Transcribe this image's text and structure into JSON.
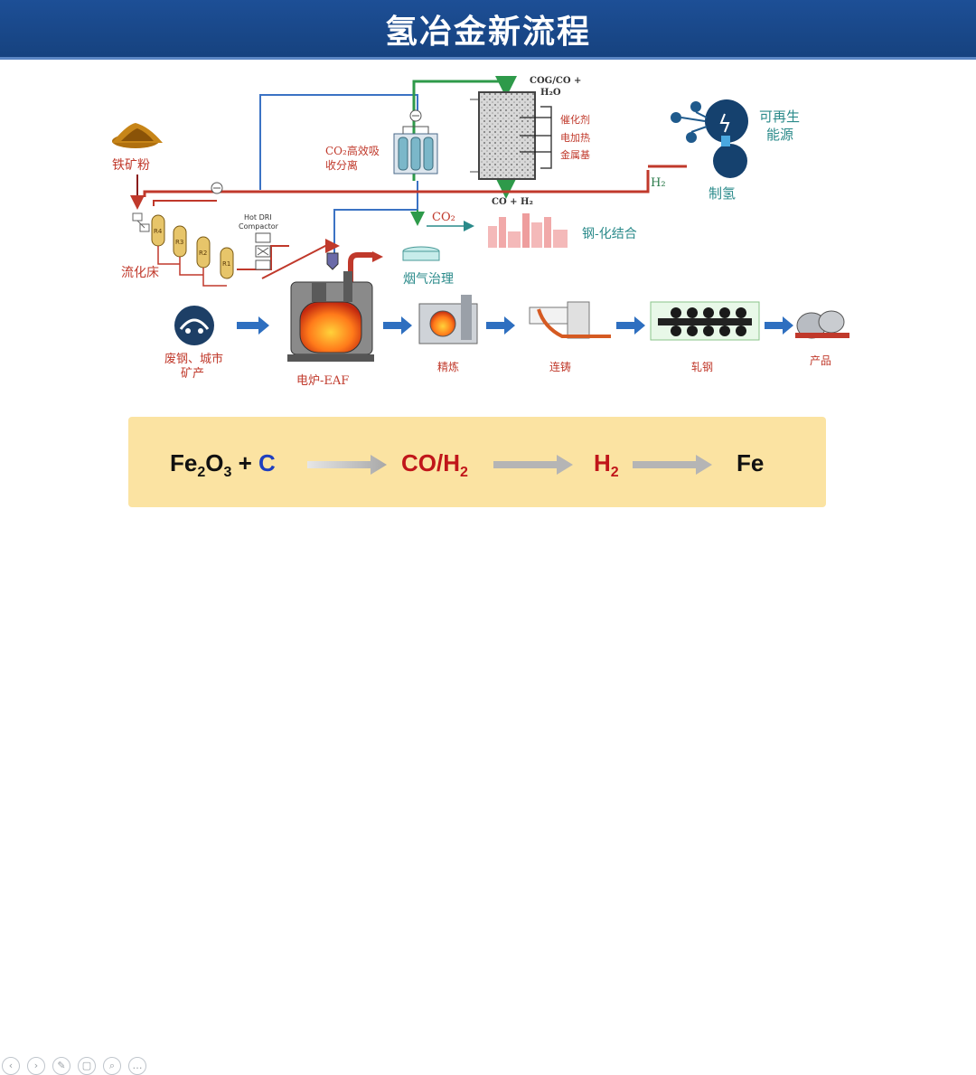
{
  "title": "氢冶金新流程",
  "labels": {
    "iron_ore": "铁矿粉",
    "fluidized_bed": "流化床",
    "hot_dri_1": "Hot DRI",
    "hot_dri_2": "Compactor",
    "co2_capture_1": "CO₂高效吸",
    "co2_capture_2": "收分离",
    "cog_1": "COG/CO +",
    "cog_2": "H₂O",
    "catalyst": "催化剂",
    "electric_heating": "电加热",
    "metal_base": "金属基",
    "co_h2": "CO + H₂",
    "co2": "CO₂",
    "h2": "H₂",
    "renewable_1": "可再生",
    "renewable_2": "能源",
    "hydrogen_production": "制氢",
    "steel_chemical": "钢-化结合",
    "flue_gas": "烟气治理",
    "scrap_1": "废钢、城市",
    "scrap_2": "矿产",
    "eaf": "电炉-EAF",
    "refining": "精炼",
    "casting": "连铸",
    "rolling": "轧钢",
    "product": "产品",
    "reactor_r4": "R4",
    "reactor_r3": "R3",
    "reactor_r2": "R2",
    "reactor_r1": "R1"
  },
  "formula": {
    "fe2o3_c_prefix": "Fe",
    "fe2o3_c_sub1": "2",
    "fe2o3_c_mid": "O",
    "fe2o3_c_sub2": "3",
    "fe2o3_c_plus": " + ",
    "fe2o3_c_c": "C",
    "coh2": "CO/H",
    "coh2_sub": "2",
    "h2": "H",
    "h2_sub": "2",
    "fe": "Fe"
  },
  "colors": {
    "title_bar": "#1d4f96",
    "pipe_red": "#c0392b",
    "pipe_blue": "#3b73c4",
    "pipe_green": "#2e9a4a",
    "arrow_blue": "#2e6fc0",
    "formula_bg": "#fbe3a2",
    "carbon_blue": "#1f3fbf"
  },
  "icons": [
    "ore-pile-icon",
    "reactor-icon",
    "absorber-icon",
    "heater-icon",
    "energy-network-icon",
    "factory-icon",
    "eaf-furnace-icon",
    "refining-icon",
    "casting-icon",
    "rolling-mill-icon",
    "product-coil-icon",
    "scrap-recycle-icon"
  ]
}
